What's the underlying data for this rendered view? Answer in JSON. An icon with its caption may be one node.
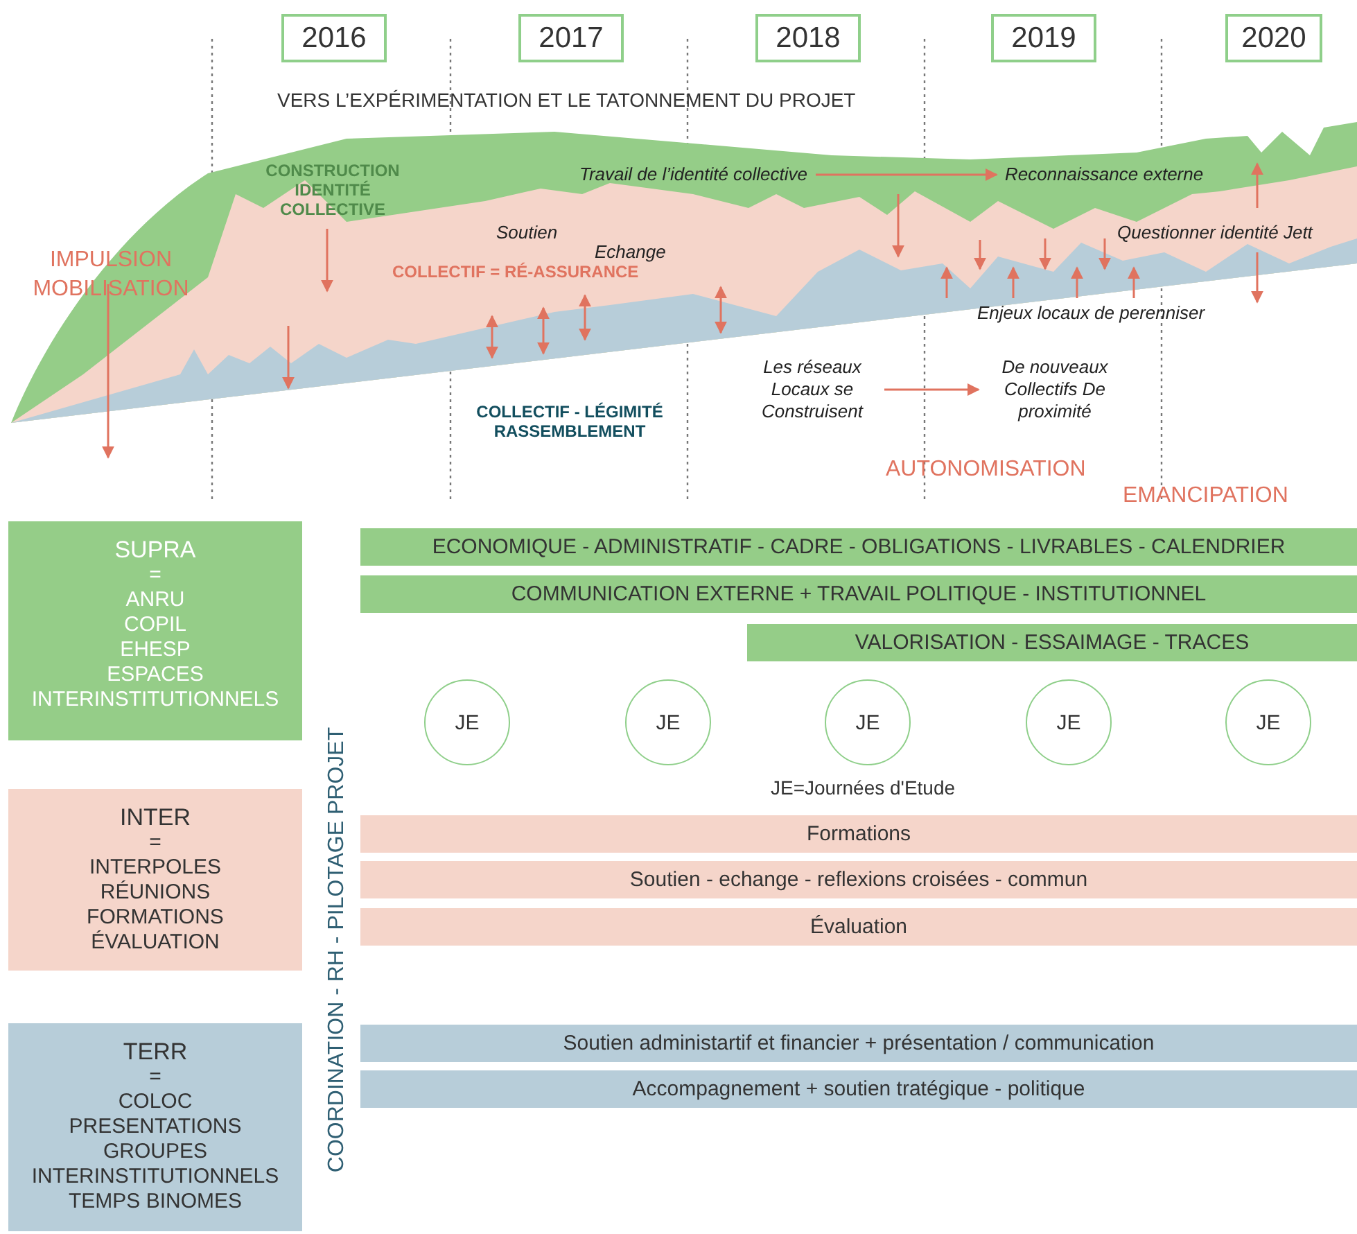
{
  "diagram": {
    "nodes": [
      {
        "text": [
          "2016"
        ]
      },
      {
        "text": [
          "2017"
        ]
      },
      {
        "text": [
          "2018"
        ]
      },
      {
        "text": [
          "2019"
        ]
      },
      {
        "text": [
          "2020"
        ]
      },
      {
        "text": [
          "Travail de l’identité collective"
        ]
      },
      {
        "text": [
          "Reconnaissance externe"
        ]
      },
      {
        "text": [
          "Les réseaux Locaux se Construisent"
        ]
      },
      {
        "text": [
          "De nouveaux Collectifs De proximité"
        ]
      },
      {
        "text": [
          "SUPRA",
          "=",
          "ANRU",
          "COPIL",
          "EHESP",
          "ESPACES",
          "INTERINSTITUTIONNELS"
        ]
      },
      {
        "text": [
          "ECONOMIQUE - ADMINISTRATIF - CADRE - OBLIGATIONS - LIVRABLES - CALENDRIER"
        ]
      },
      {
        "text": [
          "COMMUNICATION EXTERNE + TRAVAIL POLITIQUE - INSTITUTIONNEL"
        ]
      },
      {
        "text": [
          "VALORISATION - ESSAIMAGE - TRACES"
        ]
      },
      {
        "text": [
          "JE"
        ]
      },
      {
        "text": [
          "JE"
        ]
      },
      {
        "text": [
          "JE"
        ]
      },
      {
        "text": [
          "JE"
        ]
      },
      {
        "text": [
          "JE"
        ]
      },
      {
        "text": [
          "INTER",
          "=",
          "INTERPOLES",
          "RÉUNIONS",
          "FORMATIONS",
          "ÉVALUATION"
        ]
      },
      {
        "text": [
          "Formations"
        ]
      },
      {
        "text": [
          "Soutien - echange - reflexions croisées - commun"
        ]
      },
      {
        "text": [
          "Évaluation"
        ]
      },
      {
        "text": [
          "TERR",
          "=",
          "COLOC",
          "PRESENTATIONS",
          "GROUPES",
          "INTERINSTITUTIONNELS",
          "TEMPS BINOMES"
        ]
      },
      {
        "text": [
          "Soutien administartif et financier + présentation / communication"
        ]
      },
      {
        "text": [
          "Accompagnement + soutien tratégique - politique"
        ]
      }
    ],
    "edges": [
      {
        "from": 5,
        "to": 6,
        "arrow": "to"
      },
      {
        "from": 7,
        "to": 8,
        "arrow": "to"
      }
    ],
    "labels": [
      "VERS L’EXPÉRIMENTATION ET LE TATONNEMENT DU PROJET",
      "CONSTRUCTION IDENTITÉ COLLECTIVE",
      "IMPULSION MOBILISATION",
      "Soutien",
      "Echange",
      "COLLECTIF = RÉ-ASSURANCE",
      "Questionner identité Jett",
      "Enjeux locaux de perenniser",
      "COLLECTIF - LÉGIMITÉ RASSEMBLEMENT",
      "AUTONOMISATION",
      "EMANCIPATION",
      "JE=Journées d'Etude",
      "COORDINATION - RH - PILOTAGE PROJET"
    ]
  }
}
